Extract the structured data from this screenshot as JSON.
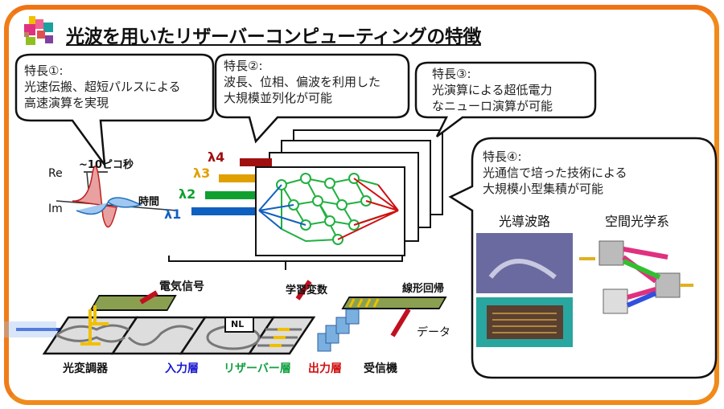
{
  "title": "光波を用いたリザーバーコンピューティングの特徴",
  "features": [
    {
      "heading": "特長①:",
      "lines": [
        "光速伝搬、超短パルスによる",
        "高速演算を実現"
      ]
    },
    {
      "heading": "特長②:",
      "lines": [
        "波長、位相、偏波を利用した",
        "大規模並列化が可能"
      ]
    },
    {
      "heading": "特長③:",
      "lines": [
        "光演算による超低電力",
        "なニューロ演算が可能"
      ]
    },
    {
      "heading": "特長④:",
      "lines": [
        "光通信で培った技術による",
        "大規模小型集積が可能"
      ]
    }
  ],
  "wave": {
    "pulse_width": "~10ピコ秒",
    "re": "Re",
    "im": "Im",
    "time": "時間"
  },
  "wavelengths": [
    {
      "label": "λ4",
      "color": "#a01010"
    },
    {
      "label": "λ3",
      "color": "#e0a000"
    },
    {
      "label": "λ2",
      "color": "#10a030"
    },
    {
      "label": "λ1",
      "color": "#1060c0"
    }
  ],
  "integration": {
    "waveguide": "光導波路",
    "spatial_optics": "空間光学系"
  },
  "chip": {
    "electrical_signal": "電気信号",
    "learning_variable": "学習変数",
    "linear_regression": "線形回帰",
    "data": "データ",
    "nl": "NL",
    "stages": [
      {
        "label": "光変調器",
        "color": "#111111"
      },
      {
        "label": "入力層",
        "color": "#1a1ad0"
      },
      {
        "label": "リザーバー層",
        "color": "#10a040"
      },
      {
        "label": "出力層",
        "color": "#d01010"
      },
      {
        "label": "受信機",
        "color": "#111111"
      }
    ]
  }
}
